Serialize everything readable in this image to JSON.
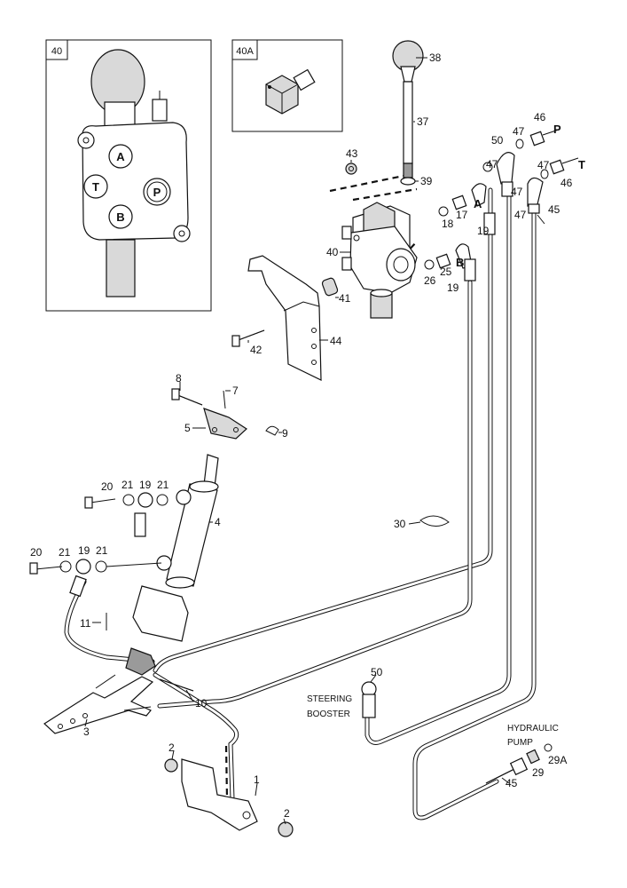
{
  "insets": {
    "valve_section": {
      "label": "40",
      "ports": {
        "a": "A",
        "t": "T",
        "p": "P",
        "b": "B"
      }
    },
    "switch": {
      "label": "40A"
    }
  },
  "callouts": {
    "n1": "1",
    "n2a": "2",
    "n2b": "2",
    "n3": "3",
    "n4": "4",
    "n5": "5",
    "n7": "7",
    "n8": "8",
    "n9": "9",
    "n10": "10",
    "n11": "11",
    "n17": "17",
    "n18": "18",
    "n19a": "19",
    "n19b": "19",
    "n19c": "19",
    "n19d": "19",
    "n20a": "20",
    "n20b": "20",
    "n21a": "21",
    "n21b": "21",
    "n21c": "21",
    "n21d": "21",
    "n25": "25",
    "n26": "26",
    "n29": "29",
    "n29A": "29A",
    "n30": "30",
    "n37": "37",
    "n38": "38",
    "n39": "39",
    "n40": "40",
    "n41": "41",
    "n42": "42",
    "n43": "43",
    "n44": "44",
    "n45a": "45",
    "n45b": "45",
    "n46a": "46",
    "n46b": "46",
    "n47a": "47",
    "n47b": "47",
    "n47c": "47",
    "n47d": "47",
    "n47e": "47",
    "n50a": "50",
    "n50b": "50"
  },
  "port_labels": {
    "p": "P",
    "t": "T",
    "a": "A",
    "b": "B"
  },
  "captions": {
    "steering_booster": [
      "STEERING",
      "BOOSTER"
    ],
    "hydraulic_pump": [
      "HYDRAULIC",
      "PUMP"
    ]
  }
}
